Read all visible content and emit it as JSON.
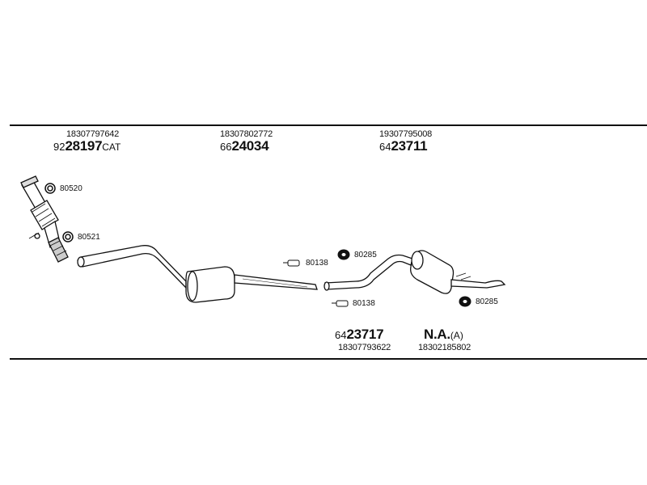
{
  "parts_top": [
    {
      "oem": "18307797642",
      "prefix": "92",
      "main": "28197",
      "suffix": "CAT"
    },
    {
      "oem": "18307802772",
      "prefix": "66",
      "main": "24034",
      "suffix": ""
    },
    {
      "oem": "19307795008",
      "prefix": "64",
      "main": "23711",
      "suffix": ""
    }
  ],
  "parts_bottom": [
    {
      "oem": "18307793622",
      "prefix": "64",
      "main": "23717",
      "suffix": ""
    },
    {
      "oem": "18302185802",
      "prefix": "",
      "main": "N.A.",
      "suffix": "(A)"
    }
  ],
  "hardware": {
    "gasket_top": "80520",
    "gasket_mid": "80521",
    "clamp_1": "80138",
    "clamp_2": "80138",
    "hanger_1": "80285",
    "hanger_2": "80285"
  },
  "colors": {
    "line": "#111111",
    "fill": "#ffffff",
    "shade": "#cfcfcf"
  }
}
